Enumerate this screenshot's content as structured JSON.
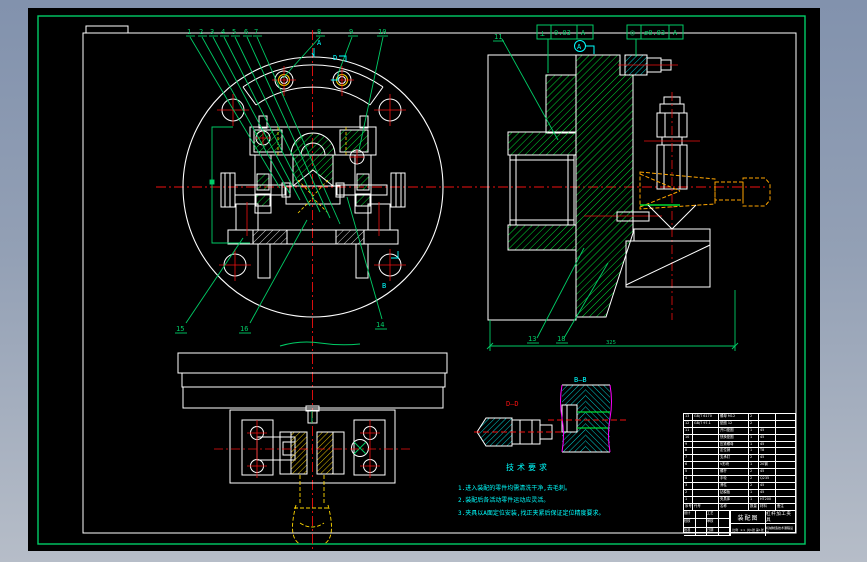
{
  "colors": {
    "canvas_bg": "#000000",
    "line_white": "#ffffff",
    "line_green": "#00cc66",
    "hatch_green": "#00dd33",
    "centerline_red": "#f01010",
    "accent_yellow": "#ffd700",
    "phantom_orange": "#ffa500",
    "note_cyan": "#00ffff",
    "break_magenta": "#ff00ff"
  },
  "callouts": {
    "top": [
      "1",
      "2",
      "3",
      "4",
      "5",
      "6",
      "7",
      "8",
      "9",
      "10"
    ],
    "bottom": [
      "15",
      "16",
      "14"
    ],
    "right": [
      "11",
      "13",
      "18"
    ]
  },
  "view_marks": {
    "a": "A",
    "d": "D",
    "b": "B"
  },
  "section_titles": {
    "dd": "D—D",
    "bb": "B—B"
  },
  "gdt": [
    {
      "symbol": "⊥",
      "value": "0.03",
      "datum": "A"
    },
    {
      "symbol": "◎",
      "value": "ø0.03",
      "datum": "A"
    }
  ],
  "datum_balloon": "A",
  "dimensions": {
    "right_width": "325"
  },
  "notes": {
    "title": "技术要求",
    "lines": [
      "1.进入装配的零件均需清洗干净,去毛刺。",
      "2.装配后各活动零件运动应灵活。",
      "3.夹具以A面定位安装,找正夹紧后保证定位精度要求。"
    ]
  },
  "bom": {
    "headers": [
      "序号",
      "代号",
      "名称",
      "数量",
      "材料",
      "备注"
    ],
    "rows": [
      [
        "13",
        "GB/T 6170",
        "螺母 M12",
        "2",
        "",
        ""
      ],
      [
        "12",
        "GB/T 97.1",
        "垫圈 12",
        "2",
        "",
        ""
      ],
      [
        "11",
        "",
        "开口垫圈",
        "1",
        "45",
        ""
      ],
      [
        "10",
        "",
        "快换垫圈",
        "1",
        "45",
        ""
      ],
      [
        "9",
        "",
        "压紧螺母",
        "1",
        "45",
        ""
      ],
      [
        "8",
        "",
        "定位销",
        "1",
        "T8",
        ""
      ],
      [
        "7",
        "",
        "支承钉",
        "2",
        "45",
        ""
      ],
      [
        "6",
        "",
        "V形块",
        "1",
        "20钢",
        ""
      ],
      [
        "5",
        "",
        "螺杆",
        "2",
        "45",
        ""
      ],
      [
        "4",
        "",
        "手轮",
        "2",
        "Q235",
        ""
      ],
      [
        "3",
        "",
        "滑柱",
        "2",
        "45",
        ""
      ],
      [
        "2",
        "",
        "钻模板",
        "1",
        "45",
        ""
      ],
      [
        "1",
        "",
        "夹具体",
        "1",
        "HT200",
        ""
      ]
    ]
  },
  "title_block": {
    "sign_rows": [
      [
        "设计",
        "",
        "工艺",
        ""
      ],
      [
        "校核",
        "",
        "审核",
        ""
      ],
      [
        "批准",
        "",
        "日期",
        ""
      ]
    ],
    "subtitle": "装配图",
    "title": "杠杆加工夹具",
    "scale_label": "比例",
    "scale": "1:1",
    "sheet": "共1张 第1张",
    "org": "机械制造技术课程设计"
  }
}
